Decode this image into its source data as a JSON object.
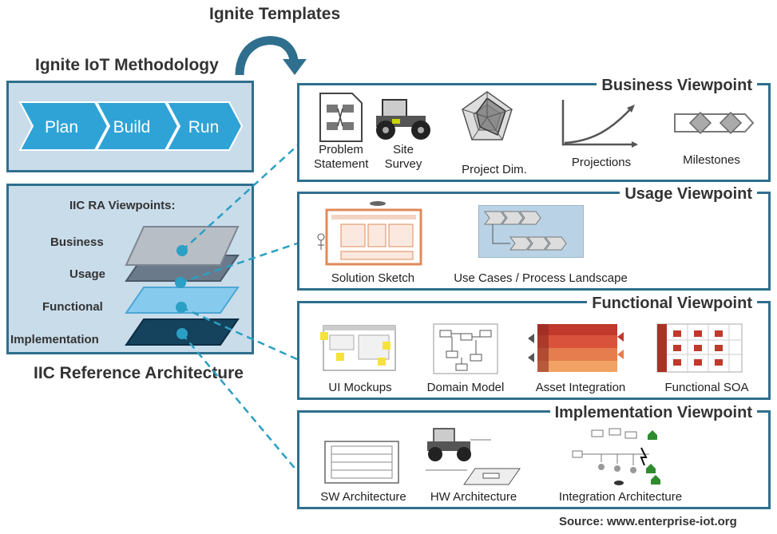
{
  "header": {
    "templates_title": "Ignite Templates",
    "methodology_title": "Ignite IoT Methodology"
  },
  "methodology": {
    "steps": [
      "Plan",
      "Build",
      "Run"
    ]
  },
  "iic": {
    "heading": "IIC RA Viewpoints:",
    "layers": [
      "Business",
      "Usage",
      "Functional",
      "Implementation"
    ],
    "footer": "IIC Reference Architecture"
  },
  "viewpoints": {
    "business": {
      "title": "Business Viewpoint",
      "items": [
        "Problem\nStatement",
        "Site\nSurvey",
        "Project Dim.",
        "Projections",
        "Milestones"
      ]
    },
    "usage": {
      "title": "Usage Viewpoint",
      "items": [
        "Solution Sketch",
        "Use Cases / Process Landscape"
      ]
    },
    "functional": {
      "title": "Functional Viewpoint",
      "items": [
        "UI Mockups",
        "Domain Model",
        "Asset Integration",
        "Functional SOA"
      ]
    },
    "implementation": {
      "title": "Implementation Viewpoint",
      "items": [
        "SW Architecture",
        "HW Architecture",
        "Integration Architecture"
      ]
    }
  },
  "source": "Source: www.enterprise-iot.org",
  "colors": {
    "border": "#2f6f8d",
    "chevron": "#2fa3d6",
    "dashed": "#2b9fc4"
  }
}
